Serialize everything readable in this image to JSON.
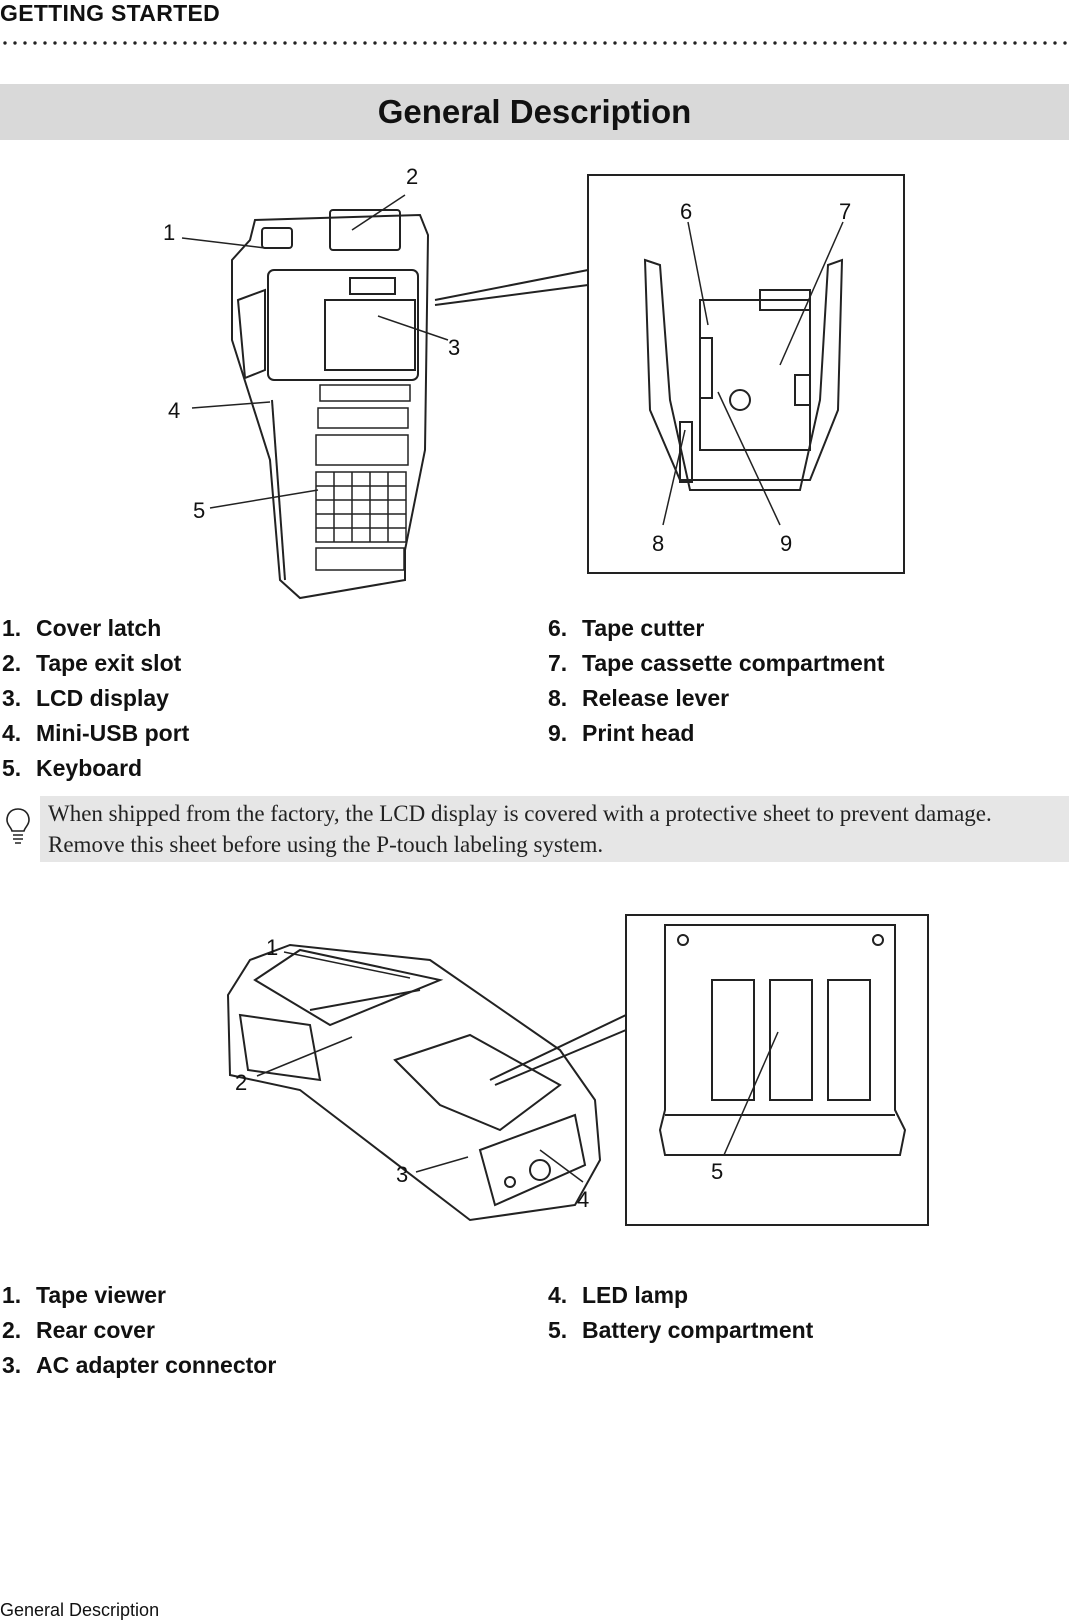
{
  "header": {
    "section": "GETTING STARTED"
  },
  "title": "General Description",
  "figure1": {
    "callouts": [
      "1",
      "2",
      "3",
      "4",
      "5",
      "6",
      "7",
      "8",
      "9"
    ]
  },
  "parts1": {
    "left": [
      {
        "num": "1.",
        "label": "Cover latch"
      },
      {
        "num": "2.",
        "label": "Tape exit slot"
      },
      {
        "num": "3.",
        "label": "LCD display"
      },
      {
        "num": "4.",
        "label": "Mini-USB port"
      },
      {
        "num": "5.",
        "label": "Keyboard"
      }
    ],
    "right": [
      {
        "num": "6.",
        "label": "Tape cutter"
      },
      {
        "num": "7.",
        "label": "Tape cassette compartment"
      },
      {
        "num": "8.",
        "label": "Release lever"
      },
      {
        "num": "9.",
        "label": "Print head"
      }
    ]
  },
  "note": {
    "icon": "lightbulb-icon",
    "text": "When shipped from the factory, the LCD display is covered with a protective sheet to prevent damage. Remove this sheet before using the P-touch labeling system."
  },
  "figure2": {
    "callouts": [
      "1",
      "2",
      "3",
      "4",
      "5"
    ]
  },
  "parts2": {
    "left": [
      {
        "num": "1.",
        "label": "Tape viewer"
      },
      {
        "num": "2.",
        "label": "Rear cover"
      },
      {
        "num": "3.",
        "label": "AC adapter connector"
      }
    ],
    "right": [
      {
        "num": "4.",
        "label": "LED lamp"
      },
      {
        "num": "5.",
        "label": "Battery compartment"
      }
    ]
  },
  "footer": {
    "text": "General Description"
  }
}
